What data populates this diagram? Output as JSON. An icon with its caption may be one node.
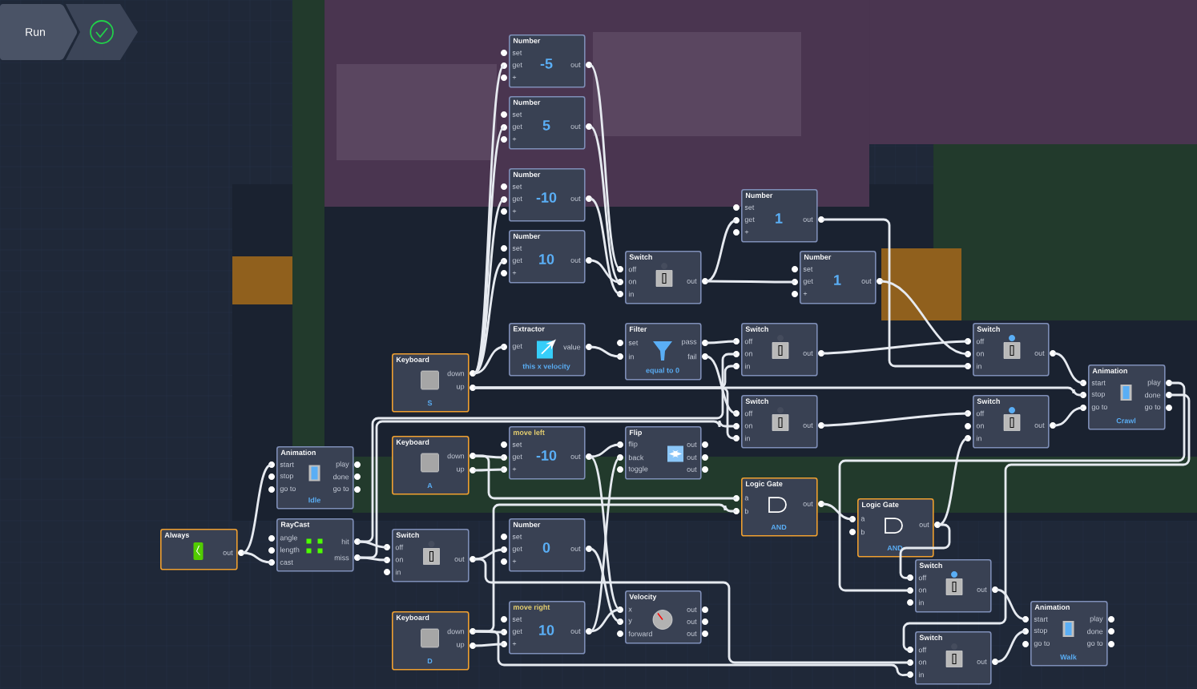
{
  "diagram": {
    "nodes": [
      {
        "text": [
          "Number",
          "set",
          "get",
          "+",
          "-5",
          "out"
        ]
      },
      {
        "text": [
          "Number",
          "set",
          "get",
          "+",
          "5",
          "out"
        ]
      },
      {
        "text": [
          "Number",
          "set",
          "get",
          "+",
          "-10",
          "out"
        ]
      },
      {
        "text": [
          "Number",
          "set",
          "get",
          "+",
          "10",
          "out"
        ]
      },
      {
        "text": [
          "Number",
          "set",
          "get",
          "+",
          "1",
          "out"
        ]
      },
      {
        "text": [
          "Switch",
          "off",
          "on",
          "in",
          "out"
        ]
      },
      {
        "text": [
          "Number",
          "set",
          "get",
          "+",
          "1",
          "out"
        ]
      },
      {
        "text": [
          "Extractor",
          "get",
          "value",
          "this x velocity"
        ]
      },
      {
        "text": [
          "Filter",
          "set",
          "in",
          "pass",
          "fail",
          "equal to 0"
        ]
      },
      {
        "text": [
          "Switch",
          "off",
          "on",
          "in",
          "out"
        ]
      },
      {
        "text": [
          "Switch",
          "off",
          "on",
          "in",
          "out"
        ]
      },
      {
        "text": [
          "Keyboard",
          "down",
          "up",
          "S"
        ]
      },
      {
        "text": [
          "Animation",
          "start",
          "stop",
          "go to",
          "play",
          "done",
          "go to",
          "Crawl"
        ]
      },
      {
        "text": [
          "Switch",
          "off",
          "on",
          "in",
          "out"
        ]
      },
      {
        "text": [
          "Switch",
          "off",
          "on",
          "in",
          "out"
        ]
      },
      {
        "text": [
          "Keyboard",
          "down",
          "up",
          "A"
        ]
      },
      {
        "text": [
          "move left",
          "set",
          "get",
          "+",
          "-10",
          "out"
        ]
      },
      {
        "text": [
          "Flip",
          "flip",
          "back",
          "toggle",
          "out",
          "out",
          "out"
        ]
      },
      {
        "text": [
          "Animation",
          "start",
          "stop",
          "go to",
          "play",
          "done",
          "go to",
          "Idle"
        ]
      },
      {
        "text": [
          "Logic Gate",
          "a",
          "b",
          "out",
          "AND"
        ]
      },
      {
        "text": [
          "Logic Gate",
          "a",
          "b",
          "out",
          "AND"
        ]
      },
      {
        "text": [
          "Always",
          "out"
        ]
      },
      {
        "text": [
          "RayCast",
          "angle",
          "length",
          "cast",
          "hit",
          "miss"
        ]
      },
      {
        "text": [
          "Switch",
          "off",
          "on",
          "in",
          "out"
        ]
      },
      {
        "text": [
          "Number",
          "set",
          "get",
          "+",
          "0",
          "out"
        ]
      },
      {
        "text": [
          "Switch",
          "off",
          "on",
          "in",
          "out"
        ]
      },
      {
        "text": [
          "Velocity",
          "x",
          "y",
          "forward",
          "out",
          "out",
          "out"
        ]
      },
      {
        "text": [
          "Animation",
          "start",
          "stop",
          "go to",
          "play",
          "done",
          "go to",
          "Walk"
        ]
      },
      {
        "text": [
          "Keyboard",
          "down",
          "up",
          "D"
        ]
      },
      {
        "text": [
          "move right",
          "set",
          "get",
          "+",
          "10",
          "out"
        ]
      },
      {
        "text": [
          "Switch",
          "off",
          "on",
          "in",
          "out"
        ]
      }
    ],
    "edges": [
      {
        "from": 21,
        "to": 18,
        "arrow": "none"
      },
      {
        "from": 21,
        "to": 22,
        "arrow": "none"
      },
      {
        "from": 22,
        "to": 23,
        "arrow": "none"
      },
      {
        "from": 22,
        "to": 23,
        "arrow": "none"
      },
      {
        "from": 11,
        "to": 0,
        "arrow": "none"
      },
      {
        "from": 11,
        "to": 1,
        "arrow": "none"
      },
      {
        "from": 11,
        "to": 2,
        "arrow": "none"
      },
      {
        "from": 11,
        "to": 3,
        "arrow": "none"
      },
      {
        "from": 11,
        "to": 7,
        "arrow": "none"
      },
      {
        "from": 11,
        "to": 12,
        "arrow": "none"
      },
      {
        "from": 0,
        "to": 5,
        "arrow": "none"
      },
      {
        "from": 1,
        "to": 5,
        "arrow": "none"
      },
      {
        "from": 2,
        "to": 5,
        "arrow": "none"
      },
      {
        "from": 3,
        "to": 5,
        "arrow": "none"
      },
      {
        "from": 5,
        "to": 4,
        "arrow": "none"
      },
      {
        "from": 5,
        "to": 6,
        "arrow": "none"
      },
      {
        "from": 7,
        "to": 8,
        "arrow": "none"
      },
      {
        "from": 8,
        "to": 9,
        "arrow": "none"
      },
      {
        "from": 8,
        "to": 13,
        "arrow": "none"
      },
      {
        "from": 4,
        "to": 10,
        "arrow": "none"
      },
      {
        "from": 6,
        "to": 10,
        "arrow": "none"
      },
      {
        "from": 9,
        "to": 10,
        "arrow": "none"
      },
      {
        "from": 13,
        "to": 14,
        "arrow": "none"
      },
      {
        "from": 10,
        "to": 12,
        "arrow": "none"
      },
      {
        "from": 14,
        "to": 12,
        "arrow": "none"
      },
      {
        "from": 15,
        "to": 16,
        "arrow": "none"
      },
      {
        "from": 15,
        "to": 16,
        "arrow": "none"
      },
      {
        "from": 16,
        "to": 17,
        "arrow": "none"
      },
      {
        "from": 16,
        "to": 26,
        "arrow": "none"
      },
      {
        "from": 29,
        "to": 26,
        "arrow": "none"
      },
      {
        "from": 29,
        "to": 17,
        "arrow": "none"
      },
      {
        "from": 28,
        "to": 29,
        "arrow": "none"
      },
      {
        "from": 28,
        "to": 29,
        "arrow": "none"
      },
      {
        "from": 23,
        "to": 24,
        "arrow": "none"
      },
      {
        "from": 24,
        "to": 26,
        "arrow": "none"
      },
      {
        "from": 19,
        "to": 20,
        "arrow": "none"
      },
      {
        "from": 20,
        "to": 14,
        "arrow": "none"
      },
      {
        "from": 20,
        "to": 25,
        "arrow": "none"
      },
      {
        "from": 15,
        "to": 19,
        "arrow": "none"
      },
      {
        "from": 28,
        "to": 19,
        "arrow": "none"
      },
      {
        "from": 25,
        "to": 27,
        "arrow": "none"
      },
      {
        "from": 30,
        "to": 27,
        "arrow": "none"
      },
      {
        "from": 28,
        "to": 30,
        "arrow": "none"
      },
      {
        "from": 23,
        "to": 30,
        "arrow": "none"
      },
      {
        "from": 12,
        "to": 25,
        "arrow": "none"
      },
      {
        "from": 12,
        "to": 30,
        "arrow": "none"
      },
      {
        "from": 11,
        "to": 9,
        "arrow": "none"
      },
      {
        "from": 11,
        "to": 13,
        "arrow": "none"
      },
      {
        "from": 22,
        "to": 9,
        "arrow": "none"
      },
      {
        "from": 22,
        "to": 13,
        "arrow": "none"
      }
    ],
    "labels": [
      "Run"
    ]
  }
}
